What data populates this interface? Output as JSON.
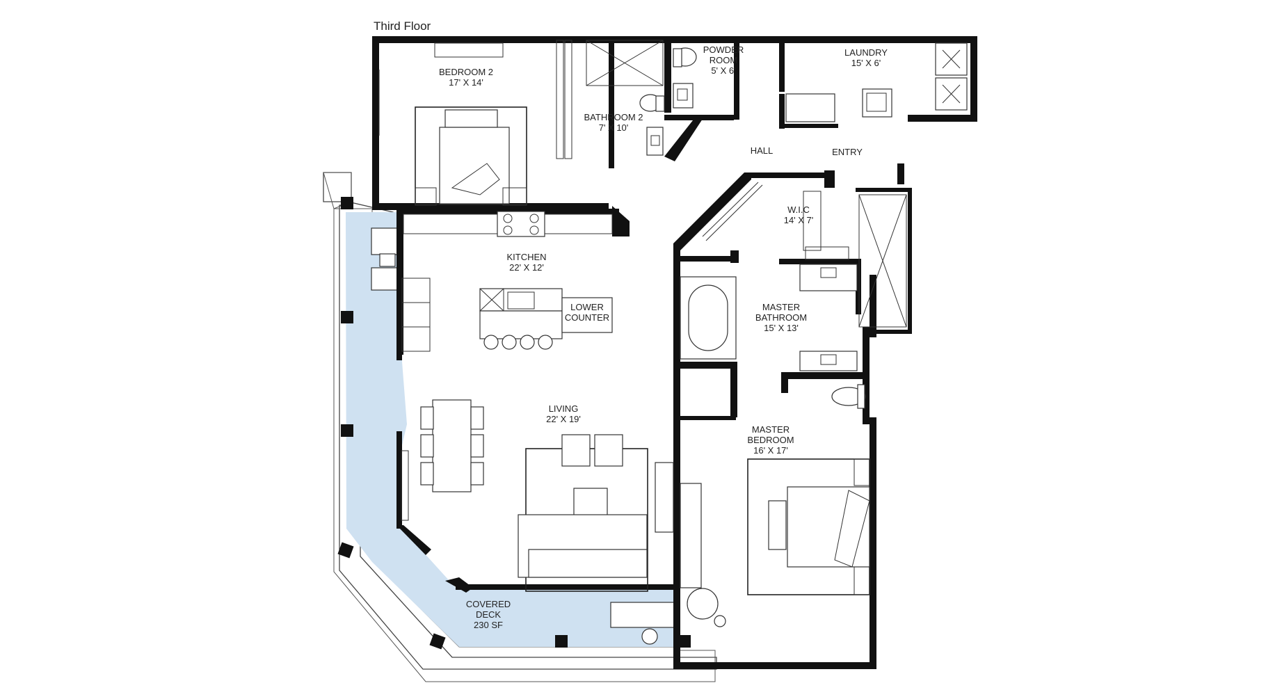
{
  "floor_title": "Third Floor",
  "deck_color": "#cfe1f1",
  "rooms": {
    "bedroom2": {
      "name": "BEDROOM 2",
      "dims": "17' X 14'"
    },
    "bathroom2": {
      "name": "BATHROOM 2",
      "dims": "7' X 10'"
    },
    "powder": {
      "name1": "POWDER",
      "name2": "ROOM",
      "dims": "5' X 6'"
    },
    "laundry": {
      "name": "LAUNDRY",
      "dims": "15' X 6'"
    },
    "hall": {
      "name": "HALL"
    },
    "entry": {
      "name": "ENTRY"
    },
    "wic": {
      "name": "W.I.C",
      "dims": "14' X 7'"
    },
    "kitchen": {
      "name": "KITCHEN",
      "dims": "22' X 12'"
    },
    "lower_counter": {
      "line1": "LOWER",
      "line2": "COUNTER"
    },
    "master_bath": {
      "name1": "MASTER",
      "name2": "BATHROOM",
      "dims": "15' X 13'"
    },
    "living": {
      "name": "LIVING",
      "dims": "22' X 19'"
    },
    "master_bed": {
      "name1": "MASTER",
      "name2": "BEDROOM",
      "dims": "16' X 17'"
    },
    "deck": {
      "name1": "COVERED",
      "name2": "DECK",
      "area": "230 SF"
    }
  }
}
